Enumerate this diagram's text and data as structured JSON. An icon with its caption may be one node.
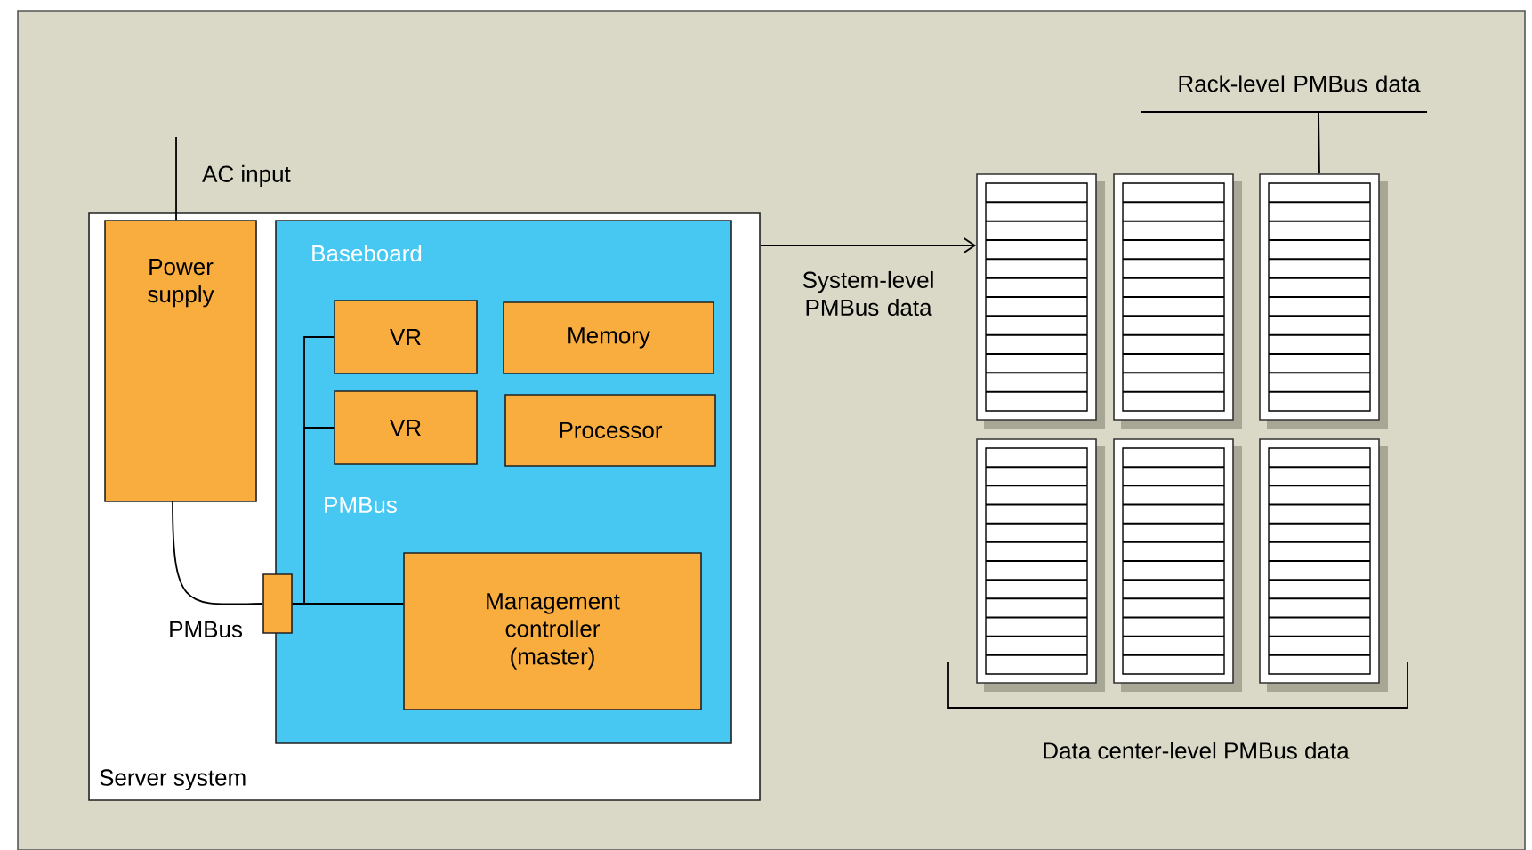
{
  "diagram": {
    "nodes": [
      {
        "text": [
          "Server system"
        ]
      },
      {
        "text": [
          "Power supply"
        ],
        "in": 0
      },
      {
        "text": [
          "Baseboard"
        ],
        "in": 0
      },
      {
        "text": [
          "VR"
        ],
        "in": 2
      },
      {
        "text": [
          "Memory"
        ],
        "in": 2
      },
      {
        "text": [
          "VR"
        ],
        "in": 2
      },
      {
        "text": [
          "Processor"
        ],
        "in": 2
      },
      {
        "text": [
          "Management controller (master)"
        ],
        "in": 2
      },
      {
        "text": [],
        "shape": "box",
        "in": 0,
        "beside": [
          "PMBus"
        ]
      },
      {
        "text": [],
        "shape": "rack"
      },
      {
        "text": [],
        "shape": "rack"
      },
      {
        "text": [],
        "shape": "rack"
      },
      {
        "text": [],
        "shape": "rack"
      },
      {
        "text": [],
        "shape": "rack"
      },
      {
        "text": [],
        "shape": "rack"
      },
      {
        "text": [
          "Rack-level PMBus data"
        ]
      }
    ],
    "edges": [
      {
        "from": null,
        "to": 1,
        "arrow": "none",
        "label": "AC input"
      },
      {
        "from": 1,
        "to": 8,
        "arrow": "none"
      },
      {
        "from": 8,
        "to": 3,
        "arrow": "none"
      },
      {
        "from": 8,
        "to": 5,
        "arrow": "none"
      },
      {
        "from": 8,
        "to": 7,
        "arrow": "none"
      },
      {
        "from": 0,
        "to": 9,
        "arrow": "to",
        "label": "System-level PMBus data"
      },
      {
        "from": 15,
        "to": 11,
        "arrow": "none"
      }
    ],
    "labels": [
      "PMBus",
      "Data center-level PMBus data"
    ]
  }
}
